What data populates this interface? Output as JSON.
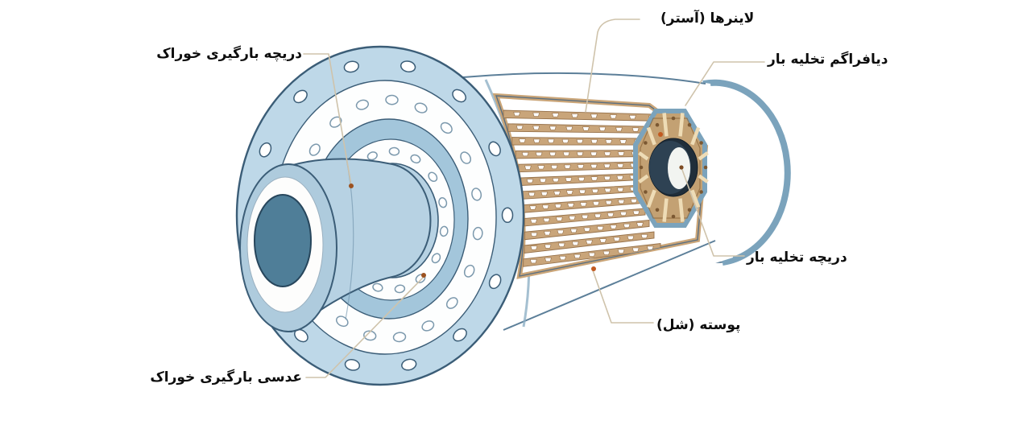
{
  "diagram": {
    "type": "ball-mill-cutaway-illustration",
    "labels": {
      "feed_hatch": "دریچه بارگیری خوراک",
      "liners": "لاینرها (آستر)",
      "discharge_diaphragm": "دیافراگم تخلیه بار",
      "discharge_hatch": "دریچه تخلیه بار",
      "shell": "پوسته (شل)",
      "feed_head": "عدسی بارگیری خوراک"
    },
    "colors": {
      "flange_blue": "#bed8e8",
      "mid_ring_blue": "#a3c6db",
      "trunnion_core_teal": "#4f7e98",
      "liner_tan": "#c9a57a",
      "diaphragm_tan": "#c3a173",
      "end_cap_band": "#7ba3bc",
      "outline": "#3b5d77",
      "leader_line": "#cfc3ab",
      "marker_dot": "#9c5220"
    }
  }
}
